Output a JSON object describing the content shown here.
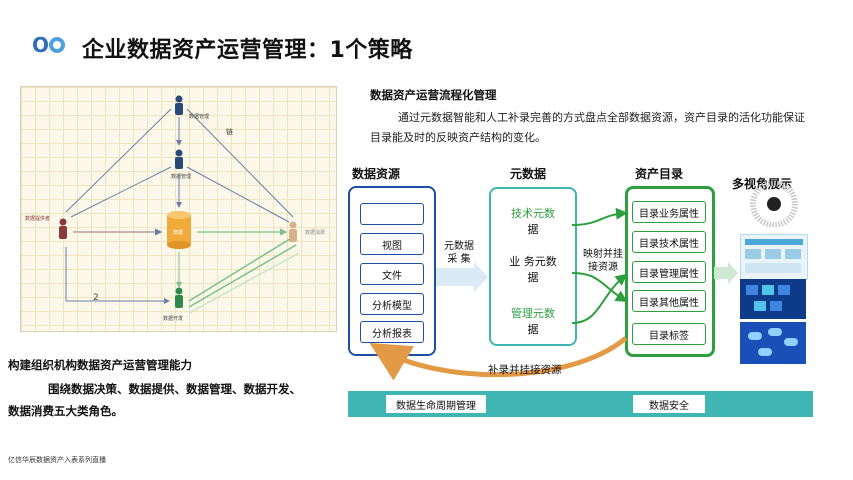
{
  "title": "企业数据资产运营管理：1个策略",
  "logo_icon": "qo-logo-icon",
  "left": {
    "diagram_labels": {
      "top": "数据管理",
      "mid": "数据管理",
      "right_top": "链",
      "left": "数据提供者",
      "center": "数据",
      "bottom": "数据开发",
      "arrow_mark": "2",
      "side_right": "数据消费"
    },
    "heading": "构建组织机构数据资产运营管理能力",
    "body_line1": "围绕数据决策、数据提供、数据管理、数据开发、",
    "body_line2": "数据消费五大类角色。"
  },
  "footer": "亿信华辰数据资产入表系列直播",
  "right": {
    "heading": "数据资产运营流程化管理",
    "body": "通过元数据智能和人工补录完善的方式盘点全部数据资源，资产目录的活化功能保证目录能及时的反映资产结构的变化。",
    "col_sources": "数据资源",
    "col_meta": "元数据",
    "col_catalog": "资产目录",
    "col_display": "多视角展示",
    "source_items": [
      "",
      "视图",
      "文件",
      "分析模型",
      "分析报表"
    ],
    "collect_label_1": "元数据",
    "collect_label_2": "采 集",
    "meta_items": [
      {
        "a": "技术元数",
        "b": "据"
      },
      {
        "a": "业 务元数",
        "b": "据"
      },
      {
        "a": "管理元数",
        "b": "据"
      }
    ],
    "map_label_1": "映射并挂",
    "map_label_2": "接资源",
    "catalog_items": [
      "目录业务属性",
      "目录技术属性",
      "目录管理属性",
      "目录其他属性",
      "目录标签"
    ],
    "supplement_label": "补录并挂接资源",
    "lifecycle": "数据生命周期管理",
    "security": "数据安全"
  },
  "colors": {
    "blue": "#1f4fa0",
    "teal": "#3fb6b3",
    "green": "#2e9e3e",
    "orange": "#f0a93a"
  }
}
